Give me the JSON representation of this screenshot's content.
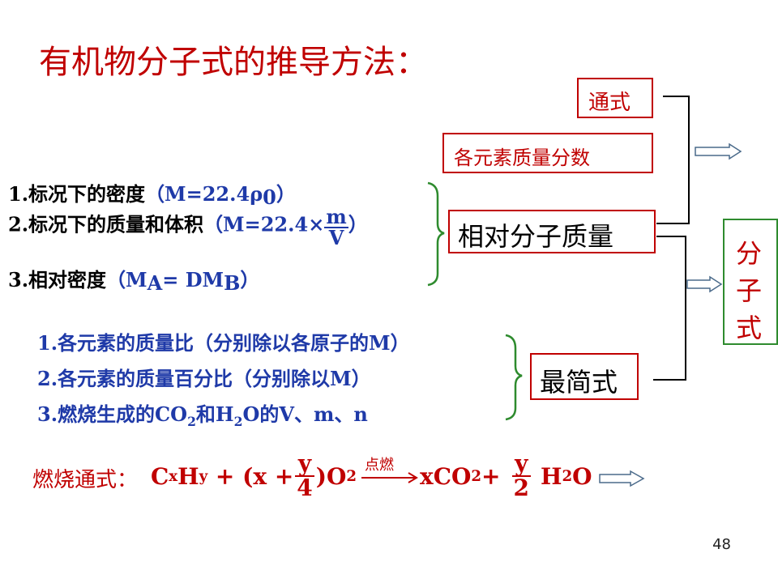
{
  "title": "有机物分子式的推导方法：",
  "boxes": {
    "tongshi": "通式",
    "element_mass_fraction": "各元素质量分数",
    "relative_molecular_mass": "相对分子质量",
    "simplest_formula": "最简式",
    "molecular_formula_chars": [
      "分",
      "子",
      "式"
    ]
  },
  "methods_molar_mass": {
    "item1_label": "1.标况下的密度",
    "item1_formula": "（M=22.4ρ",
    "item1_sub": "0",
    "item1_close": "）",
    "item2_label": "2.标况下的质量和体积",
    "item2_formula": "（M=22.4×",
    "item2_num": "m",
    "item2_den": "V",
    "item2_close": "）",
    "item3_label": "3.相对密度",
    "item3_open": "（M",
    "item3_subA": "A",
    "item3_mid": "= DM",
    "item3_subB": "B",
    "item3_close": "）"
  },
  "methods_simplest": {
    "item1": "1.各元素的质量比（分别除以各原子的M）",
    "item2": "2.各元素的质量百分比（分别除以M）",
    "item3_a": "3.燃烧生成的CO",
    "item3_sub1": "2",
    "item3_b": "和H",
    "item3_sub2": "2",
    "item3_c": "O的V、m、n"
  },
  "combustion": {
    "label": "燃烧通式：",
    "c": "C",
    "x": "x",
    "h": "H",
    "y": "y",
    "plus_paren": " + (x +",
    "frac1_num": "y",
    "frac1_den": "4",
    "o2": ")O",
    "o2_sub": "2",
    "arrow_label": "点燃",
    "product1": "xCO",
    "product1_sub": "2",
    "plus": "+",
    "frac2_num": "y",
    "frac2_den": "2",
    "h2o_h": "H",
    "h2o_sub": "2",
    "h2o_o": "O"
  },
  "colors": {
    "accent_red": "#c00000",
    "bracket_green": "#2e8b2e",
    "text_blue": "#1f3aa8"
  },
  "page_number": "48"
}
